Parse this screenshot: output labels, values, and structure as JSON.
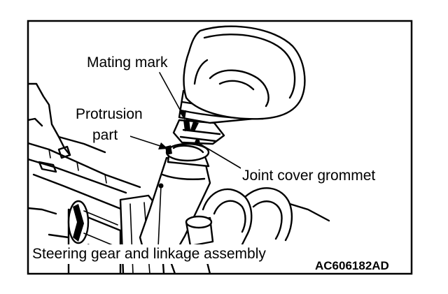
{
  "labels": {
    "mating_mark": "Mating mark",
    "protrusion_line1": "Protrusion",
    "protrusion_line2": "part",
    "joint_cover_grommet": "Joint cover grommet",
    "steering_gear": "Steering gear and linkage assembly"
  },
  "figure_code": "AC606182AD"
}
